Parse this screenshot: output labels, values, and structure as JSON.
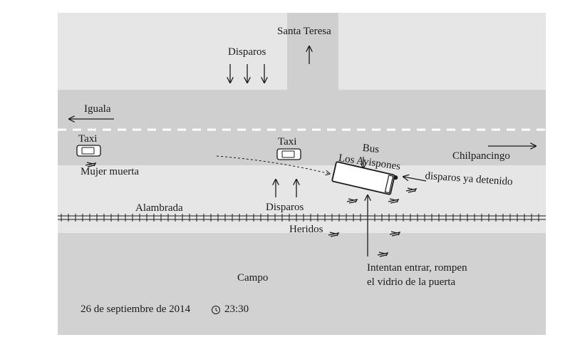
{
  "labels": {
    "santa_teresa": "Santa Teresa",
    "disparos_top": "Disparos",
    "iguala": "Iguala",
    "chilpancingo": "Chilpancingo",
    "taxi_left": "Taxi",
    "taxi_center": "Taxi",
    "mujer_muerta": "Mujer muerta",
    "bus": "Bus",
    "los_avispones": "Los Avispones",
    "disparos_ya_detenido": "disparos ya detenido",
    "alambrada": "Alambrada",
    "disparos_bottom": "Disparos",
    "heridos": "Heridos",
    "intentan_line1": "Intentan entrar, rompen",
    "intentan_line2": "el vidrio de la puerta",
    "campo": "Campo",
    "date": "26 de septiembre de 2014",
    "time": "23:30"
  },
  "colors": {
    "road": "#cfcfcf",
    "open_area": "#e6e6e6",
    "field": "#d2d2d2",
    "ink": "#1a1a1a",
    "lane_mark": "#ffffff"
  },
  "icons": {
    "clock": "clock-icon"
  }
}
